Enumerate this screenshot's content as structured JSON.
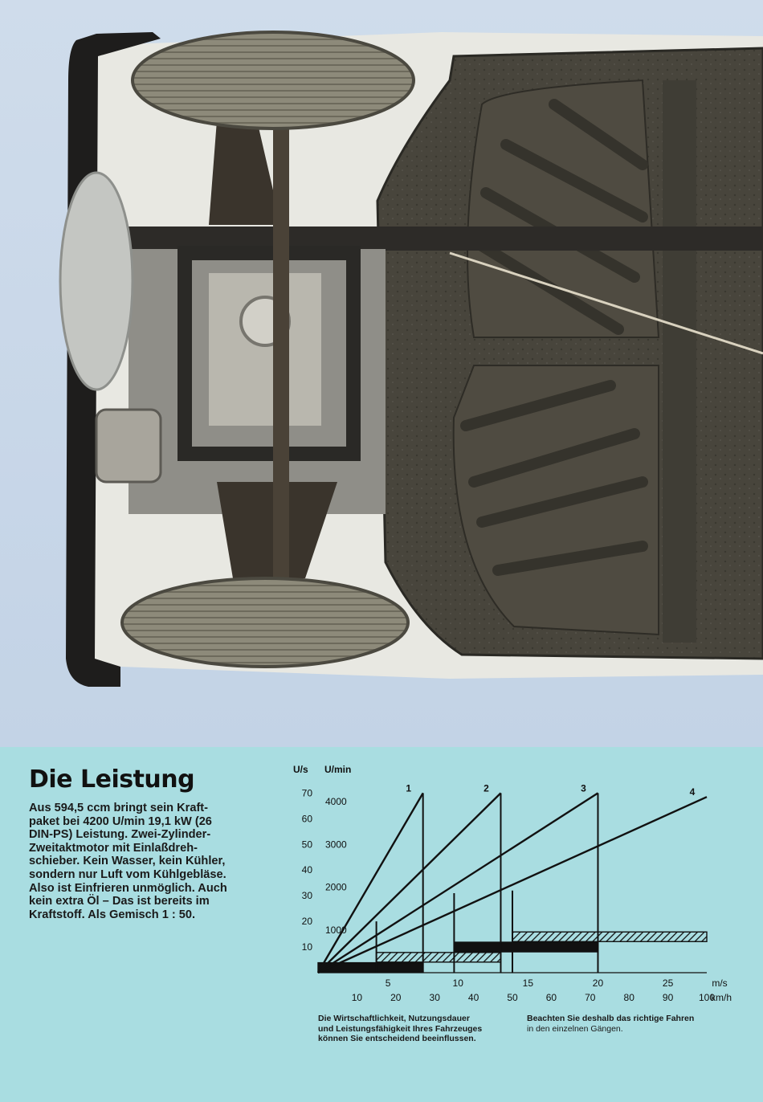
{
  "photo": {
    "subject": "vehicle-underside-photo"
  },
  "article": {
    "heading": "Die Leistung",
    "body_lines": [
      "Aus 594,5 ccm bringt sein Kraft-",
      "paket bei 4200 U/min 19,1 kW (26",
      "DIN-PS) Leistung. Zwei-Zylinder-",
      "Zweitaktmotor mit Einlaßdreh-",
      "schieber. Kein Wasser, kein Kühler,",
      "sondern nur Luft vom Kühlgebläse.",
      "Also ist Einfrieren unmöglich. Auch",
      "kein extra Öl – Das ist bereits im",
      "Kraftstoff. Als Gemisch 1 : 50."
    ]
  },
  "captions": {
    "left": [
      "Die Wirtschaftlichkeit, Nutzungsdauer",
      "und Leistungsfähigkeit Ihres Fahrzeuges",
      "können Sie entscheidend beeinflussen."
    ],
    "right_bold": "Beachten Sie deshalb das richtige Fahren",
    "right_normal": "in den einzelnen Gängen."
  },
  "chart_data": {
    "type": "line",
    "title": "",
    "y_left_label": "U/s",
    "y_right_label": "U/min",
    "y_left_ticks": [
      10,
      20,
      30,
      40,
      50,
      60,
      70
    ],
    "y_right_ticks": [
      1000,
      2000,
      3000,
      4000
    ],
    "x_top_label": "m/s",
    "x_top_ticks": [
      5,
      10,
      15,
      20,
      25
    ],
    "x_bottom_label": "km/h",
    "x_bottom_ticks": [
      10,
      20,
      30,
      40,
      50,
      60,
      70,
      80,
      90,
      100
    ],
    "ylim_us": [
      0,
      72
    ],
    "xlim_kmh": [
      0,
      100
    ],
    "series": [
      {
        "name": "1",
        "x": [
          0,
          27
        ],
        "y": [
          0,
          70
        ]
      },
      {
        "name": "2",
        "x": [
          0,
          47
        ],
        "y": [
          0,
          70
        ]
      },
      {
        "name": "3",
        "x": [
          0,
          72
        ],
        "y": [
          0,
          70
        ]
      },
      {
        "name": "4",
        "x": [
          0,
          100
        ],
        "y": [
          0,
          68.5
        ]
      }
    ],
    "shift_verticals": [
      {
        "x": 15,
        "y_top": 20
      },
      {
        "x": 27,
        "y_top": 70
      },
      {
        "x": 35,
        "y_top": 31
      },
      {
        "x": 47,
        "y_top": 70
      },
      {
        "x": 50,
        "y_top": 32
      },
      {
        "x": 72,
        "y_top": 70
      }
    ],
    "gear_bands": [
      {
        "x_start": 0,
        "x_end": 27,
        "y": 2,
        "fill": "solid"
      },
      {
        "x_start": 15,
        "x_end": 47,
        "y": 6,
        "fill": "hatched"
      },
      {
        "x_start": 35,
        "x_end": 72,
        "y": 10,
        "fill": "solid"
      },
      {
        "x_start": 50,
        "x_end": 100,
        "y": 14,
        "fill": "hatched"
      }
    ],
    "colors": {
      "line": "#111111",
      "panel": "#a9dde1",
      "background": "#c9d8ea"
    }
  }
}
